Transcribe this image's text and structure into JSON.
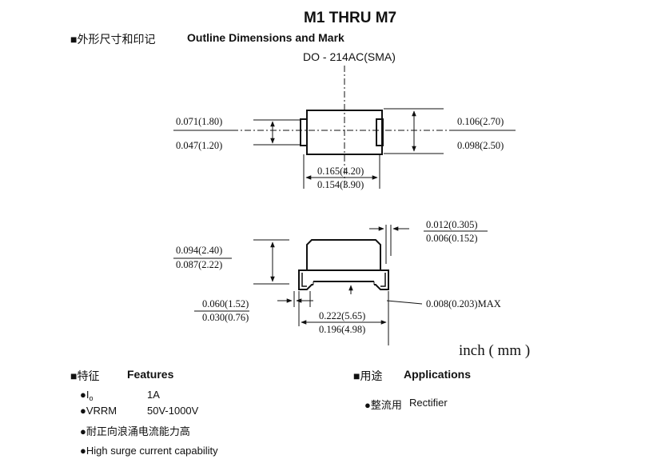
{
  "header": {
    "title": "M1 THRU M7",
    "section_cn": "■外形尺寸和印记",
    "section_en": "Outline Dimensions and Mark",
    "package": "DO - 214AC(SMA)"
  },
  "top_view": {
    "height_max": "0.071(1.80)",
    "height_min": "0.047(1.20)",
    "width_max": "0.106(2.70)",
    "width_min": "0.098(2.50)",
    "length_max": "0.165(4.20)",
    "length_min": "0.154(3.90)"
  },
  "side_view": {
    "lead_thick_max": "0.012(0.305)",
    "lead_thick_min": "0.006(0.152)",
    "height_max": "0.094(2.40)",
    "height_min": "0.087(2.22)",
    "pad_max": "0.060(1.52)",
    "pad_min": "0.030(0.76)",
    "standoff": "0.008(0.203)MAX",
    "overall_max": "0.222(5.65)",
    "overall_min": "0.196(4.98)"
  },
  "units": "inch ( mm )",
  "features": {
    "heading_cn": "■特征",
    "heading_en": "Features",
    "io_bullet": "●I",
    "io_sub": "o",
    "io_value": "1A",
    "vrrm_label": "●VRRM",
    "vrrm_value": "50V-1000V",
    "surge_cn": "●耐正向浪涌电流能力高",
    "surge_en": "●High surge current capability"
  },
  "applications": {
    "heading_cn": "■用途",
    "heading_en": "Applications",
    "item_cn": "●整流用",
    "item_en": "Rectifier"
  }
}
